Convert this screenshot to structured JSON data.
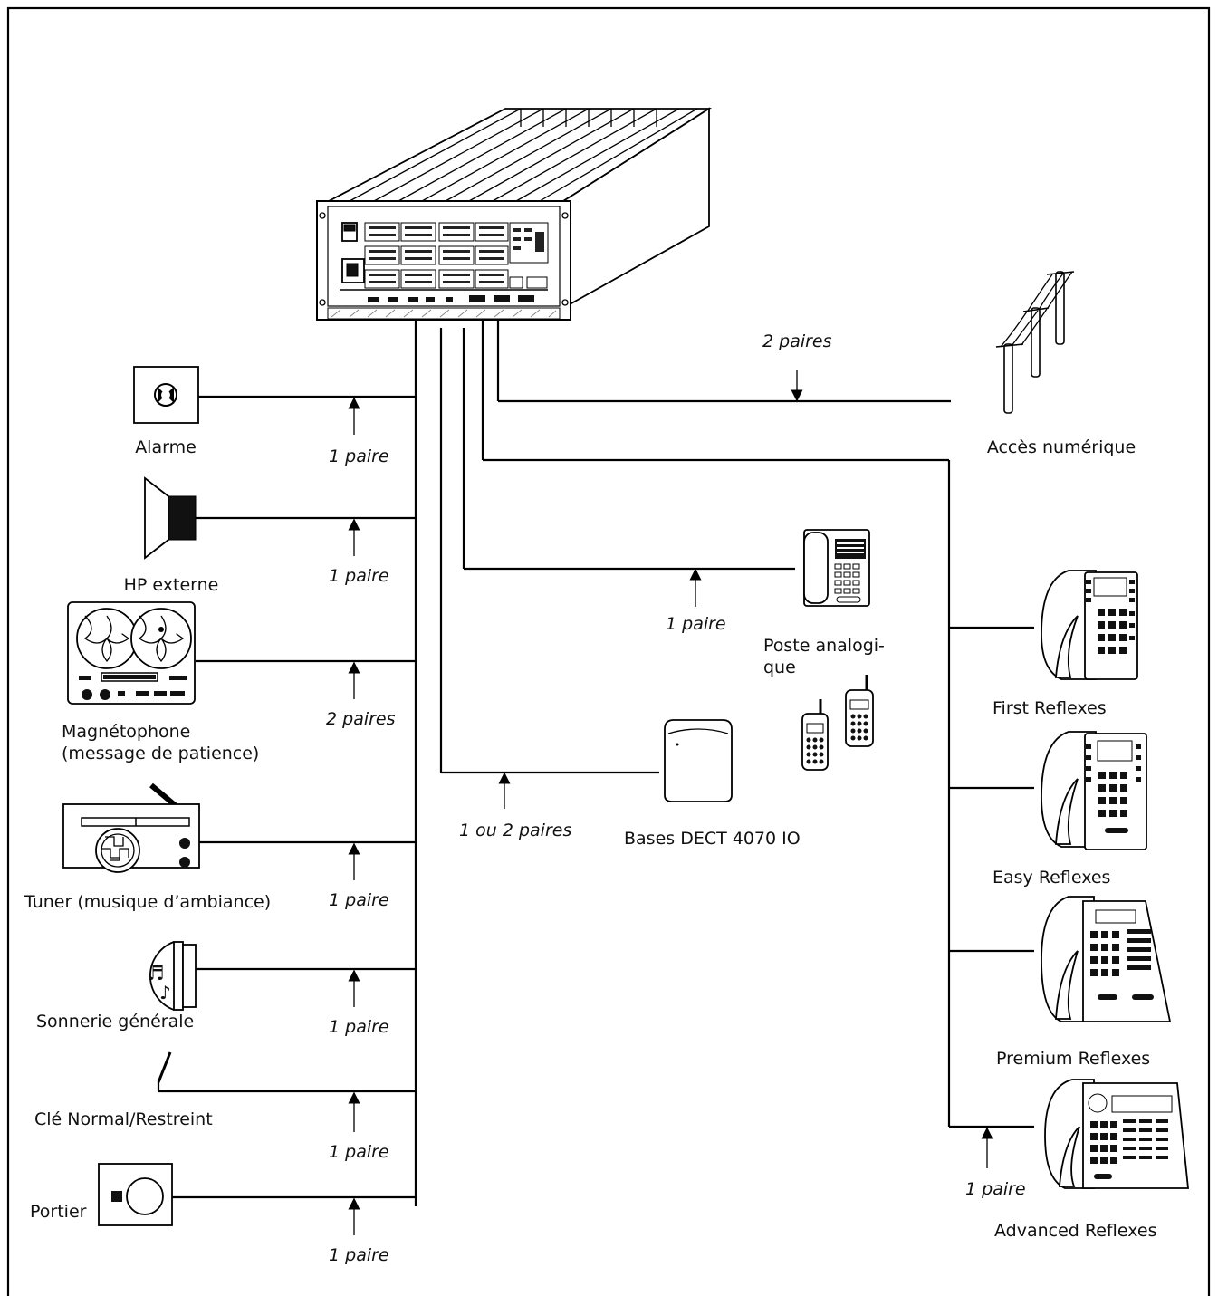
{
  "switch": {
    "name": "PBX cabinet"
  },
  "left_devices": [
    {
      "key": "alarme",
      "label": "Alarme",
      "pairs": "1 paire",
      "icon": "alarm-icon"
    },
    {
      "key": "hp",
      "label": "HP externe",
      "pairs": "1 paire",
      "icon": "speaker-icon"
    },
    {
      "key": "magneto",
      "label_lines": [
        "Magnétophone",
        "(message de patience)"
      ],
      "pairs": "2 paires",
      "icon": "tape-recorder-icon"
    },
    {
      "key": "tuner",
      "label": "Tuner (musique d’ambiance)",
      "pairs": "1 paire",
      "icon": "radio-icon"
    },
    {
      "key": "sonnerie",
      "label": "Sonnerie générale",
      "pairs": "1 paire",
      "icon": "bell-icon"
    },
    {
      "key": "cle",
      "label": "Clé Normal/Restreint",
      "pairs": "1 paire",
      "icon": "switch-key-icon"
    },
    {
      "key": "portier",
      "label": "Portier",
      "pairs": "1 paire",
      "icon": "door-intercom-icon"
    }
  ],
  "middle_devices": {
    "analog": {
      "label_lines": [
        "Poste analogi-",
        "que"
      ],
      "pairs": "1 paire",
      "icon": "analog-phone-icon"
    },
    "dect": {
      "label": "Bases DECT 4070 IO",
      "pairs": "1 ou 2 paires",
      "icon": "dect-base-icon",
      "handset_icon": "dect-handset-icon"
    }
  },
  "right_devices": {
    "network": {
      "label": "Accès numérique",
      "pairs": "2 paires",
      "icon": "telephone-poles-icon"
    },
    "phones": [
      {
        "label": "First Reflexes",
        "icon": "first-reflexes-phone-icon"
      },
      {
        "label": "Easy Reflexes",
        "icon": "easy-reflexes-phone-icon"
      },
      {
        "label": "Premium Reflexes",
        "icon": "premium-reflexes-phone-icon"
      },
      {
        "label": "Advanced Reflexes",
        "icon": "advanced-reflexes-phone-icon"
      }
    ],
    "bus_pairs": "1 paire"
  },
  "colors": {
    "line": "#000000",
    "background": "#ffffff"
  }
}
